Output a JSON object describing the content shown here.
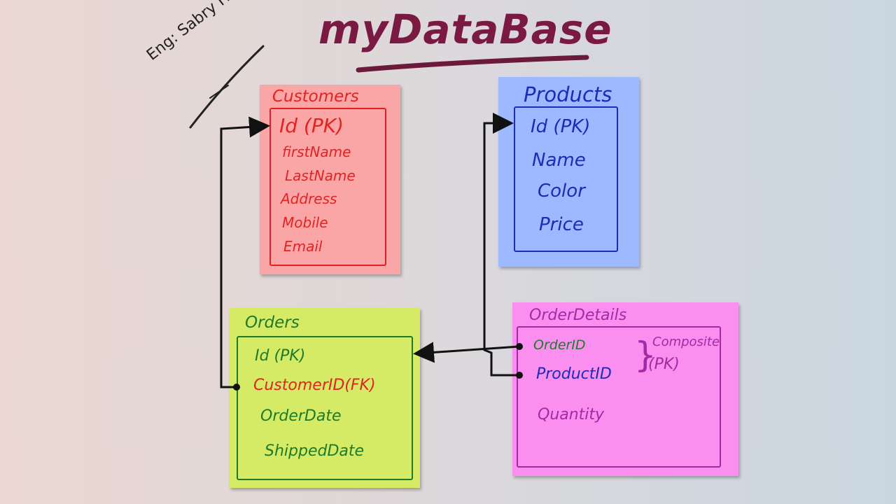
{
  "title": "myDataBase",
  "author": "Eng: Sabry Hosny",
  "tables": {
    "customers": {
      "name": "Customers",
      "fields": [
        "Id (PK)",
        "firstName",
        "LastName",
        "Address",
        "Mobile",
        "Email"
      ]
    },
    "products": {
      "name": "Products",
      "fields": [
        "Id (PK)",
        "Name",
        "Color",
        "Price"
      ]
    },
    "orders": {
      "name": "Orders",
      "fields": [
        "Id (PK)",
        "CustomerID(FK)",
        "OrderDate",
        "ShippedDate"
      ]
    },
    "orderdetails": {
      "name": "OrderDetails",
      "fields": [
        "OrderID",
        "ProductID",
        "Quantity"
      ],
      "composite_label": "Composite",
      "composite_pk": "(PK)"
    }
  },
  "colors": {
    "customers_bg": "#fba6a6",
    "customers_ink": "#e32222",
    "products_bg": "#9db9ff",
    "products_ink": "#1c2bb8",
    "orders_bg": "#d5eb65",
    "orders_ink": "#1e7a2a",
    "orderdetails_bg": "#fb8ff0",
    "orderdetails_ink": "#a42aa4",
    "title_ink": "#7a1a42"
  }
}
